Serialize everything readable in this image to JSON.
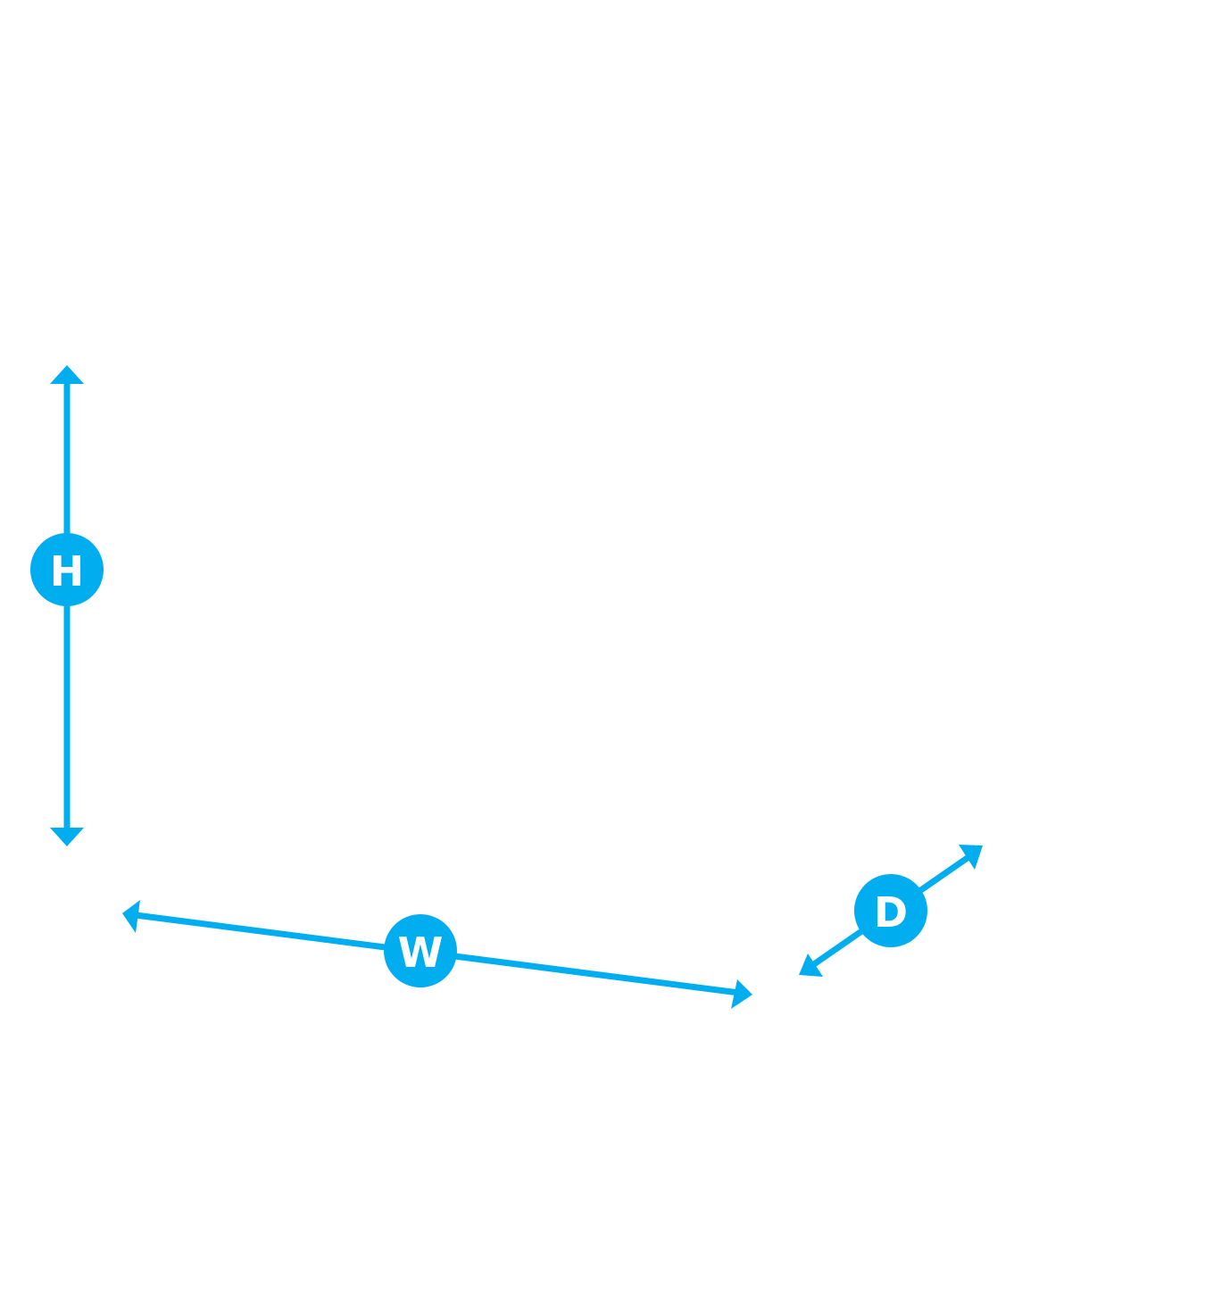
{
  "colors": {
    "accent": "#00AEEF",
    "label_text": "#FFFFFF",
    "background": "#FFFFFF"
  },
  "dimensions": {
    "height": {
      "label": "H"
    },
    "width": {
      "label": "W"
    },
    "depth": {
      "label": "D"
    }
  }
}
